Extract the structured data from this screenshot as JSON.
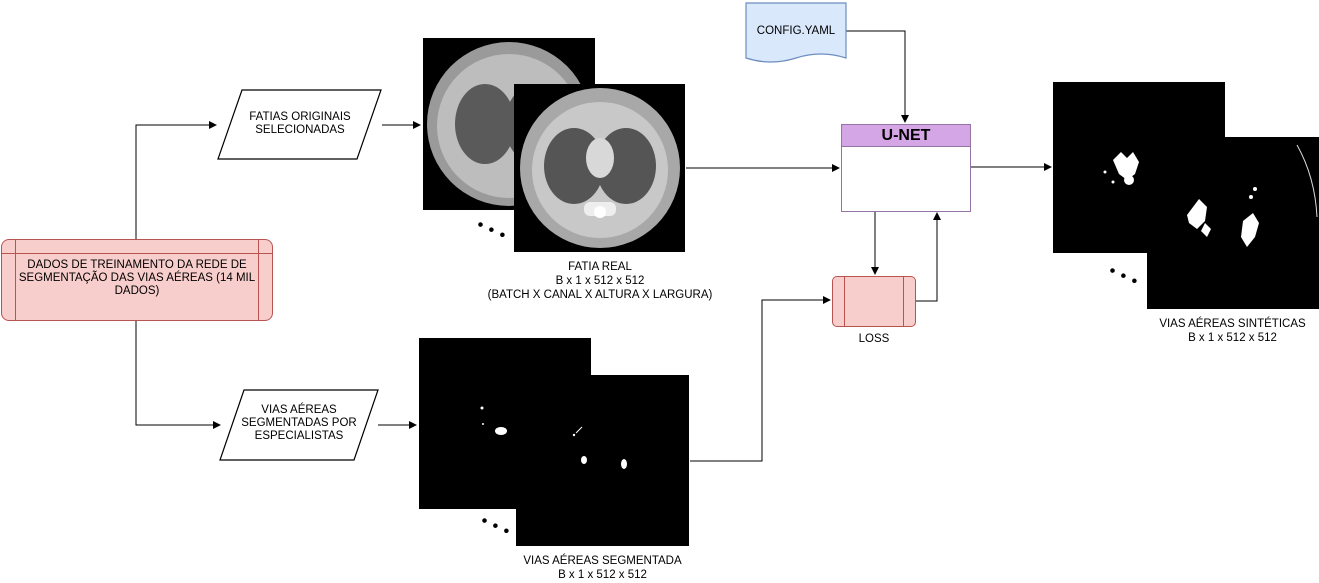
{
  "nodes": {
    "training_data": "DADOS DE TREINAMENTO DA REDE DE SEGMENTAÇÃO DAS VIAS AÉREAS (14 MIL DADOS)",
    "original_slices": "FATIAS ORIGINAIS SELECIONADAS",
    "segmented_airways_input": "VIAS AÉREAS SEGMENTADAS POR ESPECIALISTAS",
    "config": "CONFIG.YAML",
    "unet": "U-NET",
    "loss": "LOSS"
  },
  "labels": {
    "real_slice_title": "FATIA REAL",
    "real_slice_shape": "B x 1 x 512 x 512",
    "real_slice_dims": "(BATCH X CANAL X ALTURA X LARGURA)",
    "segmented_title": "VIAS AÉREAS SEGMENTADA",
    "segmented_shape": "B x 1 x 512 x 512",
    "synthetic_title": "VIAS AÉREAS SINTÉTICAS",
    "synthetic_shape": "B x 1 x 512 x 512",
    "ellipsis": "• • •"
  },
  "colors": {
    "training_fill": "#f8cecc",
    "training_stroke": "#b85450",
    "config_fill": "#dae8fc",
    "config_stroke": "#6c8ebf",
    "unet_header_fill": "#d5a6e6",
    "unet_stroke": "#9673a6",
    "loss_fill": "#f8cecc",
    "loss_stroke": "#b85450"
  }
}
